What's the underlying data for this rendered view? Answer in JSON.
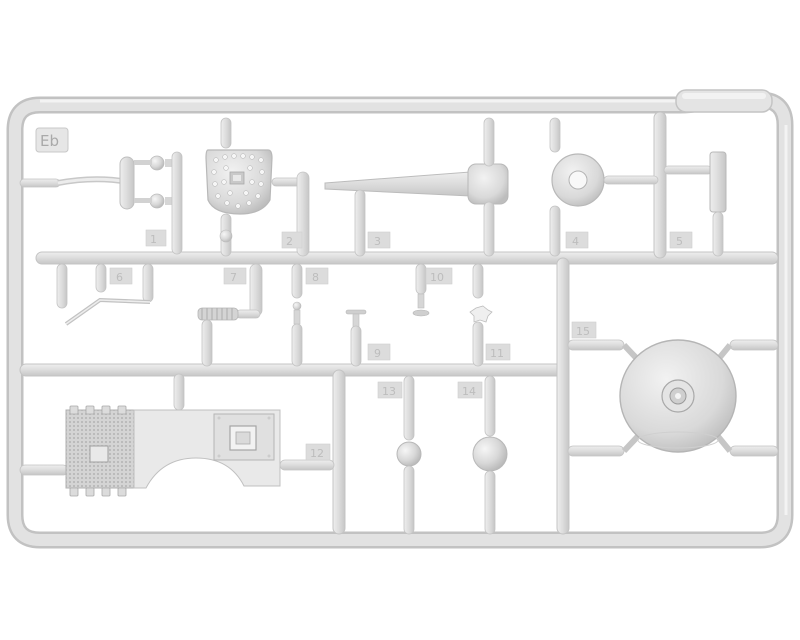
{
  "sprue": {
    "code": "Eb",
    "colors": {
      "plastic": "#dadada",
      "plastic_edge": "#c4c4c4",
      "highlight": "#f0f0f0",
      "shade": "#b9b9b9",
      "background": "#ffffff"
    },
    "part_numbers": [
      "1",
      "2",
      "3",
      "4",
      "5",
      "6",
      "7",
      "8",
      "9",
      "10",
      "11",
      "12",
      "13",
      "14",
      "15"
    ]
  }
}
